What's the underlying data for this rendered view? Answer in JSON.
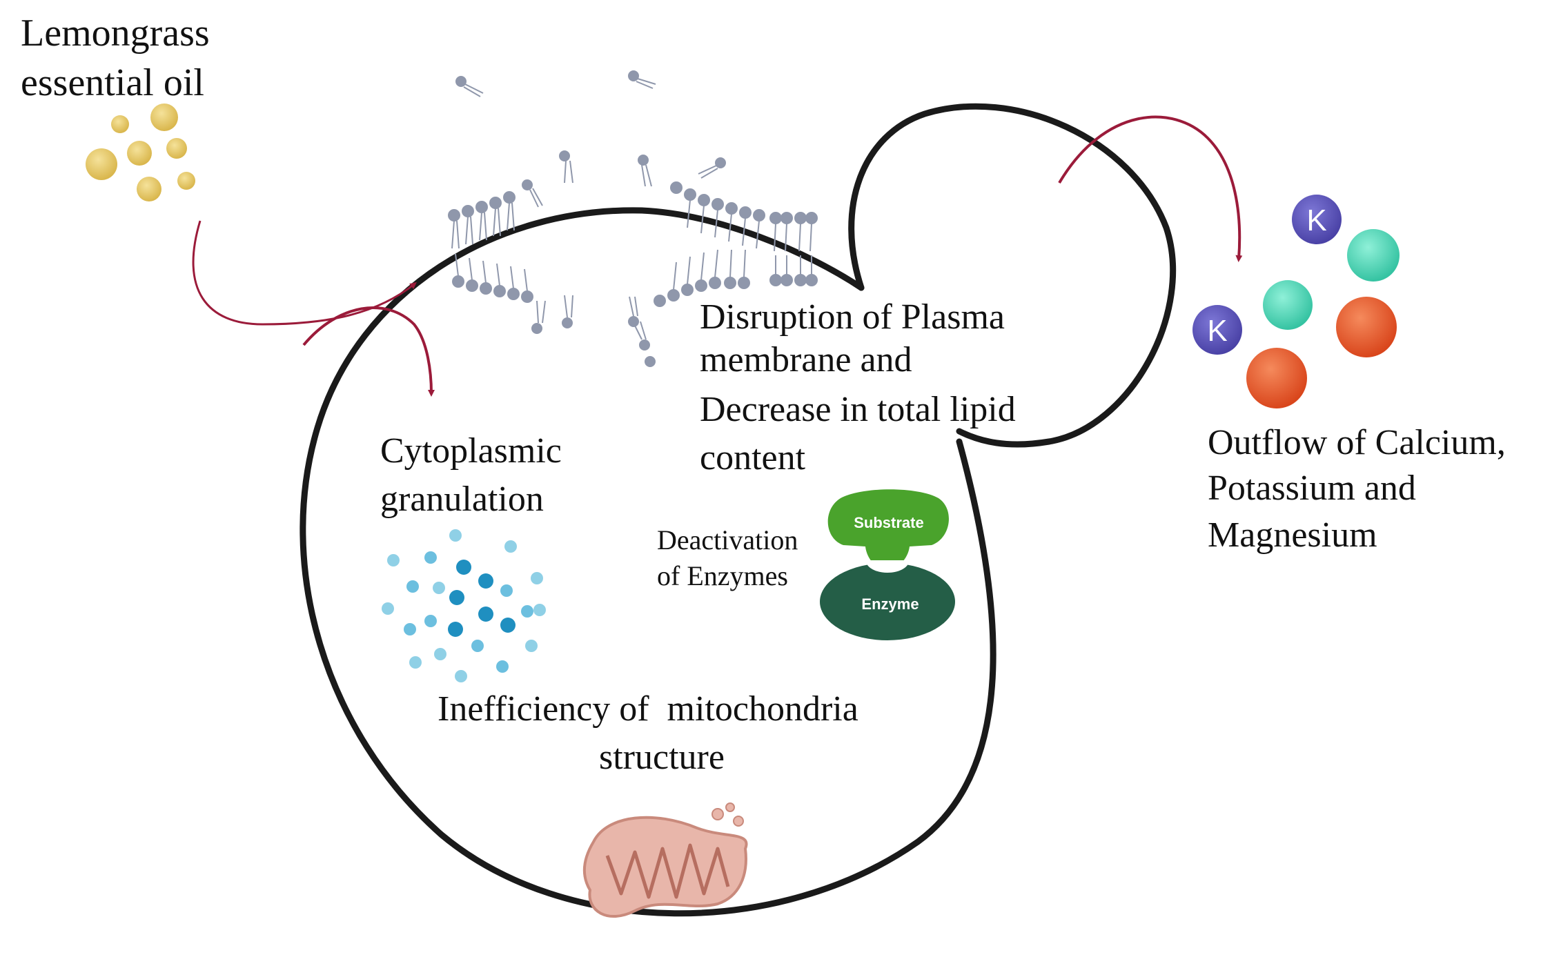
{
  "labels": {
    "lemongrass_line1": "Lemongrass",
    "lemongrass_line2": "essential oil",
    "disruption_line1": "Disruption of Plasma",
    "disruption_line2": "membrane and",
    "disruption_line3": "Decrease in total lipid",
    "disruption_line4": "content",
    "cytoplasmic_line1": "Cytoplasmic",
    "cytoplasmic_line2": "granulation",
    "deactivation_line1": "Deactivation",
    "deactivation_line2": "of Enzymes",
    "mito_line1": "Inefficiency of  mitochondria",
    "mito_line2": "structure",
    "outflow_line1": "Outflow of Calcium,",
    "outflow_line2": "Potassium and",
    "outflow_line3": "Magnesium"
  },
  "enzyme": {
    "substrate_label": "Substrate",
    "enzyme_label": "Enzyme"
  },
  "ions": {
    "potassium_symbol": "K"
  },
  "icons": [
    "oil-droplets-icon",
    "lipid-bilayer-icon",
    "granule-dots-icon",
    "enzyme-substrate-icon",
    "mitochondrion-icon",
    "ion-spheres-icon"
  ],
  "colors": {
    "arrow": "#9b1b3a",
    "cell_outline": "#1a1a1a",
    "oil": "#e2c25e",
    "lipid": "#8f97ab",
    "granule_dark": "#1f8fc0",
    "granule_light": "#8fd0e6",
    "substrate": "#4aa32c",
    "enzyme": "#245e47",
    "potassium": "#5a52b8",
    "teal_ion": "#49d3b3",
    "orange_ion": "#e5582c",
    "mitochondrion": "#d99a8c"
  }
}
